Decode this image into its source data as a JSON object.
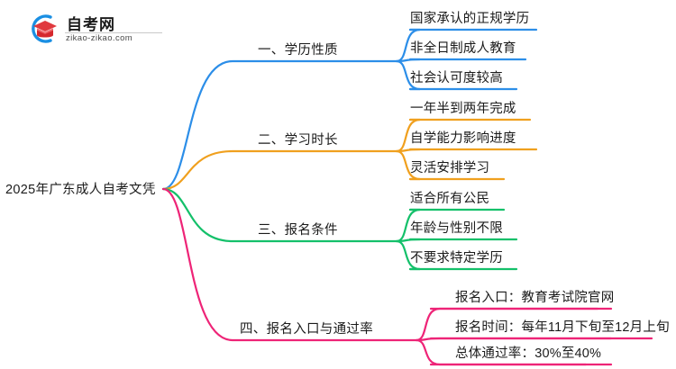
{
  "logo": {
    "name": "自考网",
    "url": "zikao-zikao.com",
    "mark_icon": "graduation-cap-icon",
    "arc_color": "#1a8fe3",
    "cap_color": "#e0393e"
  },
  "mindmap": {
    "root": {
      "label": "2025年广东成人自考文凭"
    },
    "branches": [
      {
        "label": "一、学历性质",
        "color": "#2c8ee8",
        "leaves": [
          "国家承认的正规学历",
          "非全日制成人教育",
          "社会认可度较高"
        ]
      },
      {
        "label": "二、学习时长",
        "color": "#f0a01e",
        "leaves": [
          "一年半到两年完成",
          "自学能力影响进度",
          "灵活安排学习"
        ]
      },
      {
        "label": "三、报名条件",
        "color": "#14c06a",
        "leaves": [
          "适合所有公民",
          "年龄与性别不限",
          "不要求特定学历"
        ]
      },
      {
        "label": "四、报名入口与通过率",
        "color": "#ee2477",
        "leaves": [
          "报名入口：教育考试院官网",
          "报名时间：每年11月下旬至12月上旬",
          "总体通过率：30%至40%"
        ]
      }
    ]
  }
}
